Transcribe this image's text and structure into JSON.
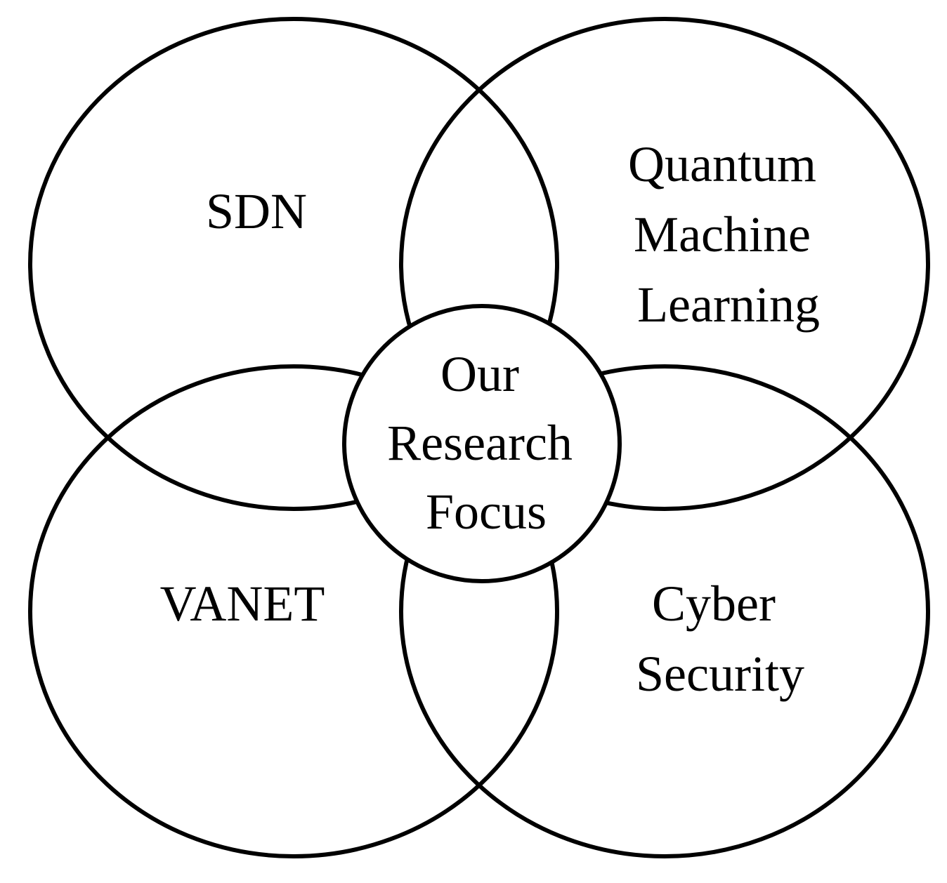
{
  "diagram": {
    "circles": [
      {
        "id": "sdn",
        "label_lines": [
          "SDN"
        ]
      },
      {
        "id": "qml",
        "label_lines": [
          "Quantum",
          "Machine",
          "Learning"
        ]
      },
      {
        "id": "vanet",
        "label_lines": [
          "VANET"
        ]
      },
      {
        "id": "cyber",
        "label_lines": [
          "Cyber",
          "Security"
        ]
      }
    ],
    "center": {
      "label_lines": [
        "Our",
        "Research",
        "Focus"
      ]
    },
    "colors": {
      "stroke": "#000000",
      "background": "#ffffff",
      "text": "#000000"
    }
  }
}
